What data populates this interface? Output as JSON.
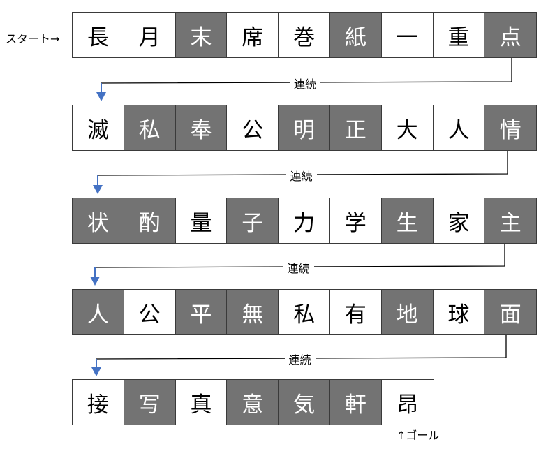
{
  "start_label": "スタート→",
  "goal_label": "↑ゴール",
  "connector_label": "連続",
  "colors": {
    "dark_cell": "#737373",
    "light_cell": "#ffffff",
    "arrow": "#4472c4",
    "line": "#000000"
  },
  "rows": [
    {
      "cells": [
        {
          "char": "長",
          "shaded": false
        },
        {
          "char": "月",
          "shaded": false
        },
        {
          "char": "末",
          "shaded": true
        },
        {
          "char": "席",
          "shaded": false
        },
        {
          "char": "巻",
          "shaded": false
        },
        {
          "char": "紙",
          "shaded": true
        },
        {
          "char": "一",
          "shaded": false
        },
        {
          "char": "重",
          "shaded": false
        },
        {
          "char": "点",
          "shaded": true
        }
      ]
    },
    {
      "cells": [
        {
          "char": "滅",
          "shaded": false
        },
        {
          "char": "私",
          "shaded": true
        },
        {
          "char": "奉",
          "shaded": true
        },
        {
          "char": "公",
          "shaded": false
        },
        {
          "char": "明",
          "shaded": true
        },
        {
          "char": "正",
          "shaded": true
        },
        {
          "char": "大",
          "shaded": false
        },
        {
          "char": "人",
          "shaded": false
        },
        {
          "char": "情",
          "shaded": true
        }
      ]
    },
    {
      "cells": [
        {
          "char": "状",
          "shaded": true
        },
        {
          "char": "酌",
          "shaded": true
        },
        {
          "char": "量",
          "shaded": false
        },
        {
          "char": "子",
          "shaded": true
        },
        {
          "char": "力",
          "shaded": false
        },
        {
          "char": "学",
          "shaded": false
        },
        {
          "char": "生",
          "shaded": true
        },
        {
          "char": "家",
          "shaded": false
        },
        {
          "char": "主",
          "shaded": true
        }
      ]
    },
    {
      "cells": [
        {
          "char": "人",
          "shaded": true
        },
        {
          "char": "公",
          "shaded": false
        },
        {
          "char": "平",
          "shaded": true
        },
        {
          "char": "無",
          "shaded": true
        },
        {
          "char": "私",
          "shaded": false
        },
        {
          "char": "有",
          "shaded": false
        },
        {
          "char": "地",
          "shaded": true
        },
        {
          "char": "球",
          "shaded": false
        },
        {
          "char": "面",
          "shaded": true
        }
      ]
    },
    {
      "cells": [
        {
          "char": "接",
          "shaded": false
        },
        {
          "char": "写",
          "shaded": true
        },
        {
          "char": "真",
          "shaded": false
        },
        {
          "char": "意",
          "shaded": true
        },
        {
          "char": "気",
          "shaded": true
        },
        {
          "char": "軒",
          "shaded": true
        },
        {
          "char": "昂",
          "shaded": false
        }
      ]
    }
  ]
}
